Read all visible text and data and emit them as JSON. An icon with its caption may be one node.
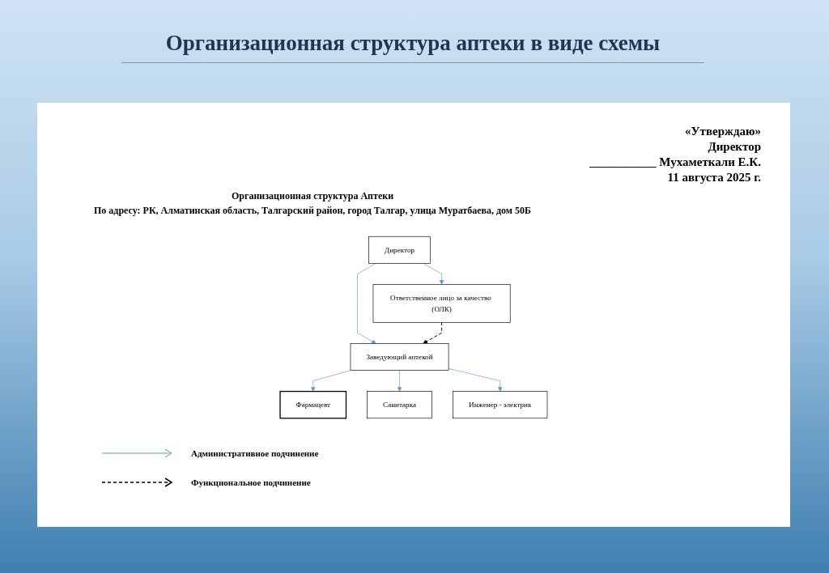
{
  "diagram": {
    "title": "Организационная структура аптеки в виде схемы",
    "nodes": [
      {
        "text": [
          "Директор"
        ]
      },
      {
        "text": [
          "Заведующий аптекой"
        ]
      },
      {
        "text": [
          "Ответственное лицо за качество (ОЛК)"
        ]
      },
      {
        "text": [
          "Фармацевт"
        ]
      },
      {
        "text": [
          "Санитарка"
        ]
      },
      {
        "text": [
          "Инженер - электрик"
        ]
      }
    ],
    "edges": [
      {
        "from": 0,
        "to": 1,
        "arrow": "to"
      },
      {
        "from": 0,
        "to": 2,
        "arrow": "to"
      },
      {
        "from": 2,
        "to": 1,
        "arrow": "to",
        "style": "dashed",
        "color": "#000000"
      },
      {
        "from": 1,
        "to": 3,
        "arrow": "to"
      },
      {
        "from": 1,
        "to": 4,
        "arrow": "to"
      },
      {
        "from": 1,
        "to": 5,
        "arrow": "to"
      }
    ],
    "labels": [
      "«Утверждаю»",
      "Директор",
      "___________ Мухаметкали Е.К.",
      "11 августа 2025 г.",
      "Организационная структура Аптеки",
      "По адресу: РК, Алматинская область, Талгарский район, город Талгар, улица Муратбаева, дом 50Б"
    ],
    "legend": [
      {
        "text": "Административное подчинение"
      },
      {
        "text": "Функциональное подчинение"
      }
    ]
  }
}
